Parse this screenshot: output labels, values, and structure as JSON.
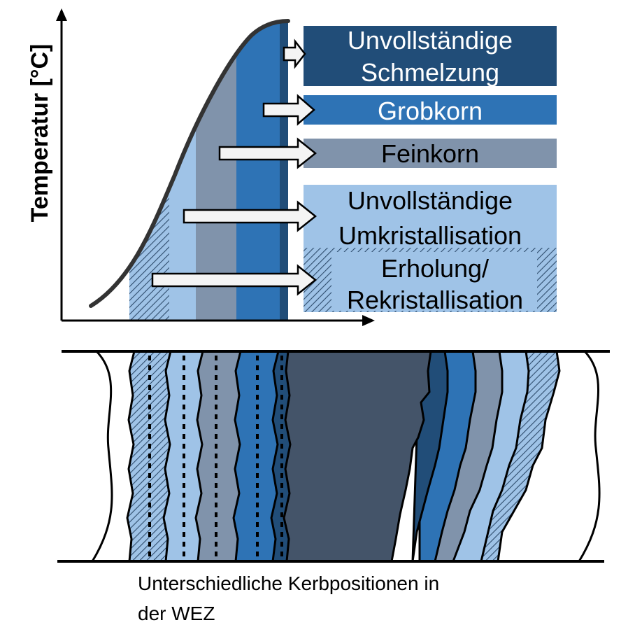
{
  "y_axis_label": "Temperatur [°C]",
  "zones": [
    {
      "id": "incomplete-fusion",
      "lines": [
        "Unvollständige",
        "Schmelzung"
      ],
      "color": "#214d78"
    },
    {
      "id": "coarse-grain",
      "lines": [
        "Grobkorn"
      ],
      "color": "#2e73b5"
    },
    {
      "id": "fine-grain",
      "lines": [
        "Feinkorn"
      ],
      "color": "#8093ab"
    },
    {
      "id": "incomplete-recrystallization",
      "lines": [
        "Unvollständige",
        "Umkristallisation"
      ],
      "color": "#9fc3e7"
    },
    {
      "id": "recovery-recrystallization",
      "lines": [
        "Erholung/",
        "Rekristallisation"
      ],
      "color": "#9fc3e7",
      "hatched": true
    }
  ],
  "weld_center_color": "#445469",
  "caption_lines": [
    "Unterschiedliche Kerbpositionen in",
    "der WEZ"
  ]
}
